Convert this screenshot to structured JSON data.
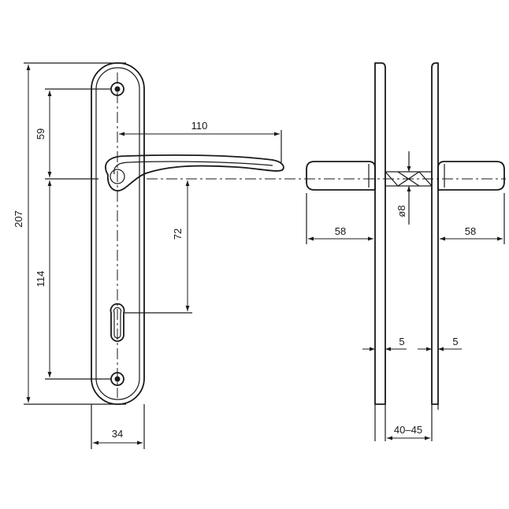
{
  "drawing": {
    "front_view": {
      "dim_total_height": "207",
      "dim_upper": "59",
      "dim_lower": "114",
      "dim_handle_length": "110",
      "dim_lever_to_cylinder": "72",
      "dim_plate_width": "34"
    },
    "side_view": {
      "dim_left_projection": "58",
      "dim_right_projection": "58",
      "dim_spindle": "ø8",
      "dim_left_plate": "5",
      "dim_right_plate": "5",
      "dim_door_thickness": "40–45"
    }
  }
}
